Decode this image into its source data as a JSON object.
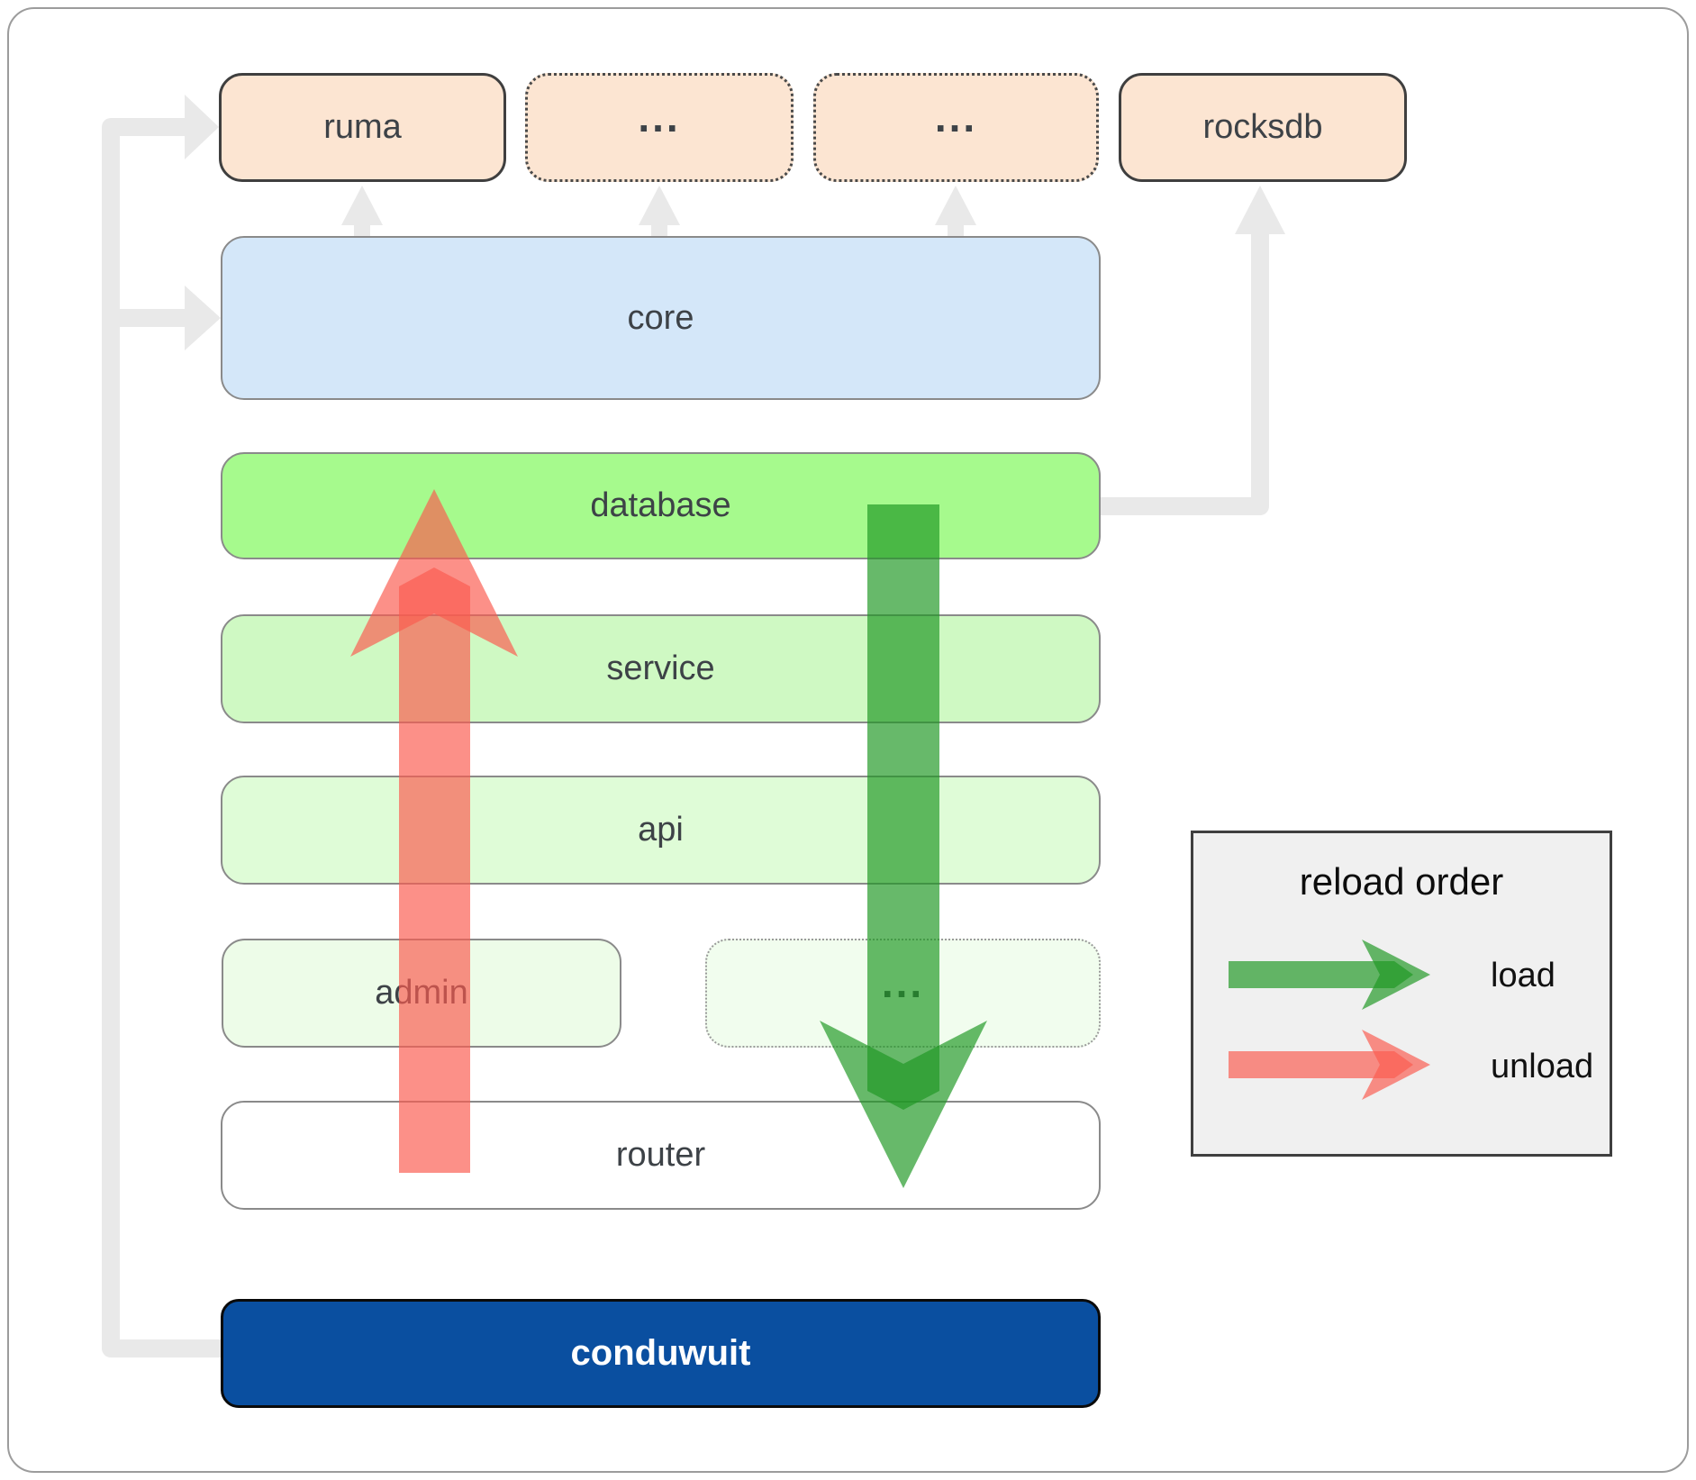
{
  "boxes": {
    "ruma": "ruma",
    "ellipsis1": "...",
    "ellipsis2": "...",
    "rocksdb": "rocksdb",
    "core": "core",
    "database": "database",
    "service": "service",
    "api": "api",
    "admin": "admin",
    "ellipsis3": "...",
    "router": "router",
    "conduwuit": "conduwuit"
  },
  "legend": {
    "title": "reload order",
    "load_label": "load",
    "unload_label": "unload"
  },
  "colors": {
    "module_fill": "#fce5d2",
    "core_fill": "#d4e7f9",
    "database_fill": "#a6fa8d",
    "service_fill": "#cff9c3",
    "api_fill": "#dffcd7",
    "admin_fill": "#edfce8",
    "router_fill": "#ffffff",
    "conduwuit_fill": "#0a4fa0",
    "load_arrow": "#1f9823",
    "unload_arrow": "#fa5c4f",
    "connector_gray": "#e9e9e9",
    "legend_bg": "#f0f0f0",
    "label_text": "#3d4247"
  }
}
